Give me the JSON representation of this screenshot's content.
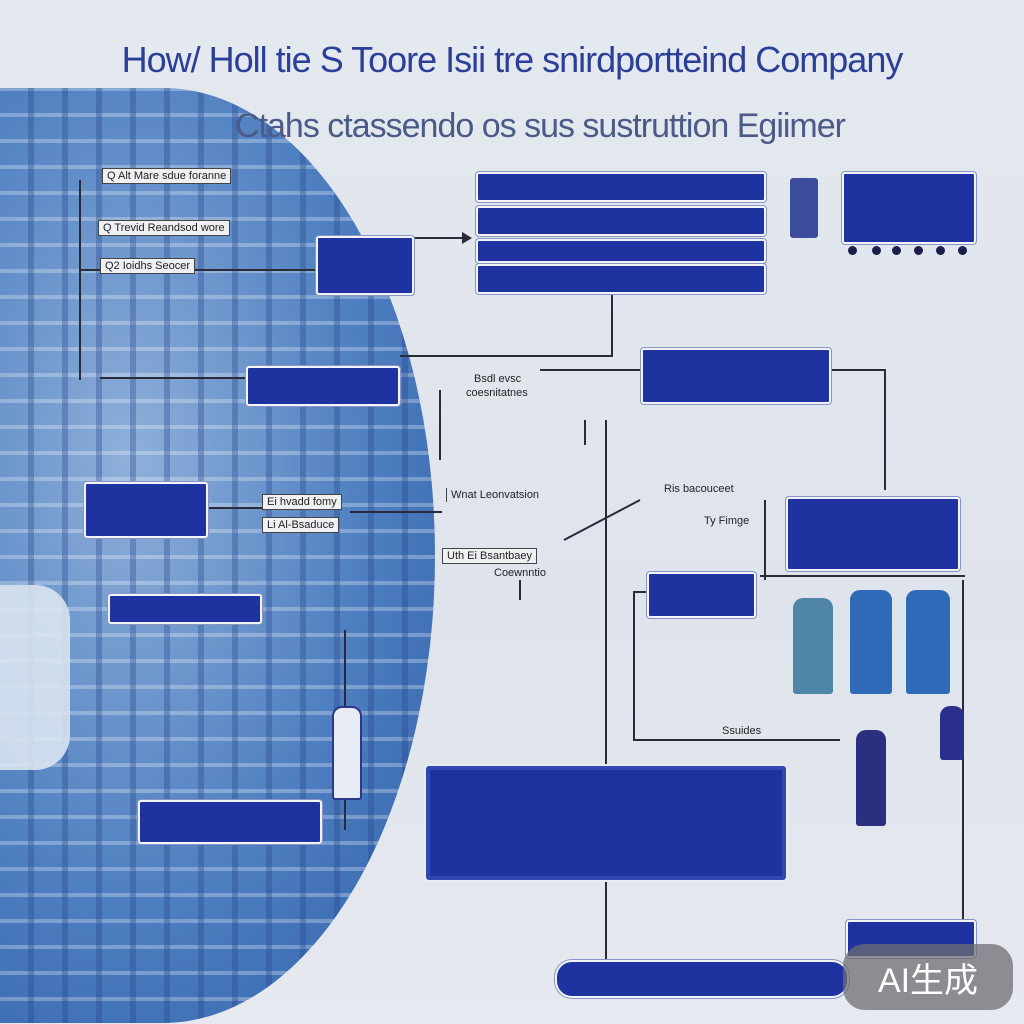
{
  "title": {
    "line1": "How/ Holl tie S Toore Isii tre snirdportteind Company",
    "line2": "Ctahs ctassendo os sus sustruttion Egiimer"
  },
  "labels": {
    "top_left_1": "Q Alt Mare sdue foranne",
    "top_left_2": "Q Trevid Reandsod wore",
    "top_left_3": "Q2 Ioidhs Seocer",
    "mid_note_1": "Bsdl evsc",
    "mid_note_2": "coesnitatnes",
    "left_note_1": "Ei hvadd fomy",
    "left_note_2": "Li Al-Bsaduce",
    "center_note": "Wnat Leonvatsion",
    "center_box_1": "Uth Ei Bsantbaey",
    "center_box_2": "Coewnntio",
    "right_note_1": "Ris bacouceet",
    "right_note_2": "Ty Fimge",
    "lower_note": "Ssuides"
  },
  "colors": {
    "accent": "#1f33a0",
    "title": "#2b3f98",
    "background": "#e1e6ee"
  },
  "watermark": "AI生成"
}
